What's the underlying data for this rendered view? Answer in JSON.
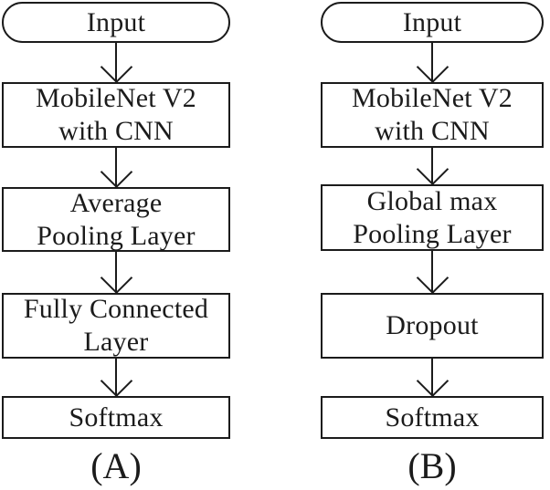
{
  "figure": {
    "background_color": "#ffffff",
    "stroke_color": "#1b1b1b",
    "text_color": "#1b1b1b",
    "flowcharts": [
      {
        "caption": "(A)",
        "nodes": [
          {
            "type": "terminator",
            "label": "Input"
          },
          {
            "type": "process",
            "label": "MobileNet V2\nwith CNN"
          },
          {
            "type": "process",
            "label": "Average\nPooling Layer"
          },
          {
            "type": "process",
            "label": "Fully Connected\nLayer"
          },
          {
            "type": "process",
            "label": "Softmax"
          }
        ]
      },
      {
        "caption": "(B)",
        "nodes": [
          {
            "type": "terminator",
            "label": "Input"
          },
          {
            "type": "process",
            "label": "MobileNet V2\nwith CNN"
          },
          {
            "type": "process",
            "label": "Global max\nPooling Layer"
          },
          {
            "type": "process",
            "label": "Dropout"
          },
          {
            "type": "process",
            "label": "Softmax"
          }
        ]
      }
    ]
  }
}
